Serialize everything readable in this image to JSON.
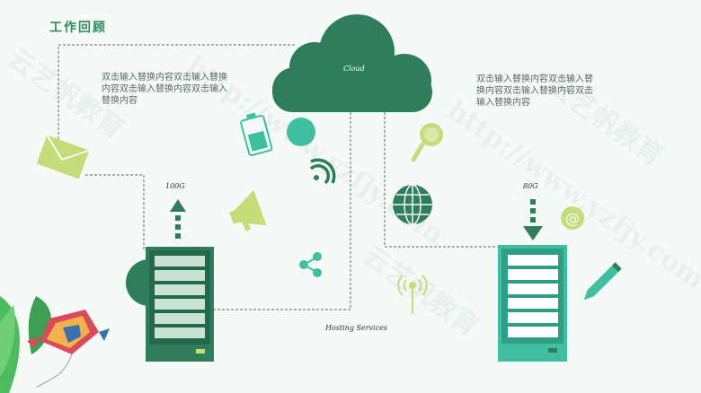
{
  "title": "工作回顾",
  "left_text": "双击输入替换内容双击输入替换内容双击输入替换内容双击输入替换内容",
  "right_text": "双击输入替换内容双击输入替换内容双击输入替换内容双击输入替换内容",
  "cloud_label": "Cloud",
  "left_server_label": "100G",
  "right_server_label": "80G",
  "hosting_label": "Hosting Services",
  "watermarks": [
    "http://www.yzfjy.com",
    "云艺帆教育"
  ],
  "colors": {
    "dark_green": "#2e7d5b",
    "teal": "#3fbfa0",
    "lime": "#c5dc7a",
    "background": "#f5faf7"
  }
}
